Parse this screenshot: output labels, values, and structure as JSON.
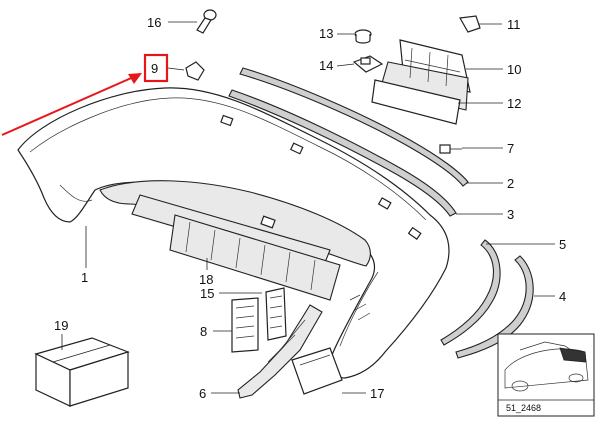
{
  "callouts": {
    "c1": "1",
    "c2": "2",
    "c3": "3",
    "c4": "4",
    "c5": "5",
    "c6": "6",
    "c7": "7",
    "c8": "8",
    "c9": "9",
    "c10": "10",
    "c11": "11",
    "c12": "12",
    "c13": "13",
    "c14": "14",
    "c15": "15",
    "c16": "16",
    "c17": "17",
    "c18": "18",
    "c19": "19"
  },
  "diagram_code": "51_2468",
  "colors": {
    "highlight": "#e8161b",
    "arrow": "#e8161b",
    "ink": "#222222",
    "background": "#ffffff"
  }
}
